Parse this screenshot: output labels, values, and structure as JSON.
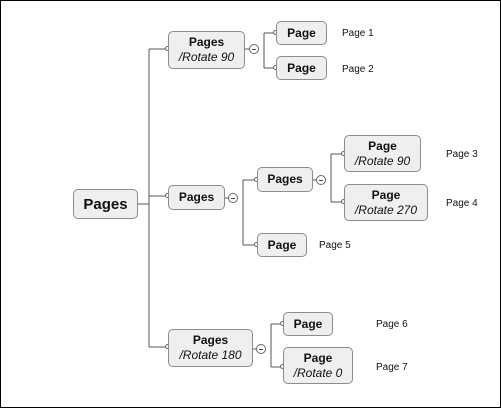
{
  "nodes": {
    "root": {
      "title": "Pages",
      "sub": ""
    },
    "branch_a": {
      "title": "Pages",
      "sub": "/Rotate 90"
    },
    "branch_b": {
      "title": "Pages",
      "sub": ""
    },
    "branch_b_inner": {
      "title": "Pages",
      "sub": ""
    },
    "branch_c": {
      "title": "Pages",
      "sub": "/Rotate 180"
    },
    "page1": {
      "title": "Page",
      "sub": ""
    },
    "page2": {
      "title": "Page",
      "sub": ""
    },
    "page3": {
      "title": "Page",
      "sub": "/Rotate 90"
    },
    "page4": {
      "title": "Page",
      "sub": "/Rotate 270"
    },
    "page5": {
      "title": "Page",
      "sub": ""
    },
    "page6": {
      "title": "Page",
      "sub": ""
    },
    "page7": {
      "title": "Page",
      "sub": "/Rotate 0"
    }
  },
  "labels": {
    "page1": "Page 1",
    "page2": "Page 2",
    "page3": "Page 3",
    "page4": "Page 4",
    "page5": "Page 5",
    "page6": "Page 6",
    "page7": "Page 7"
  }
}
